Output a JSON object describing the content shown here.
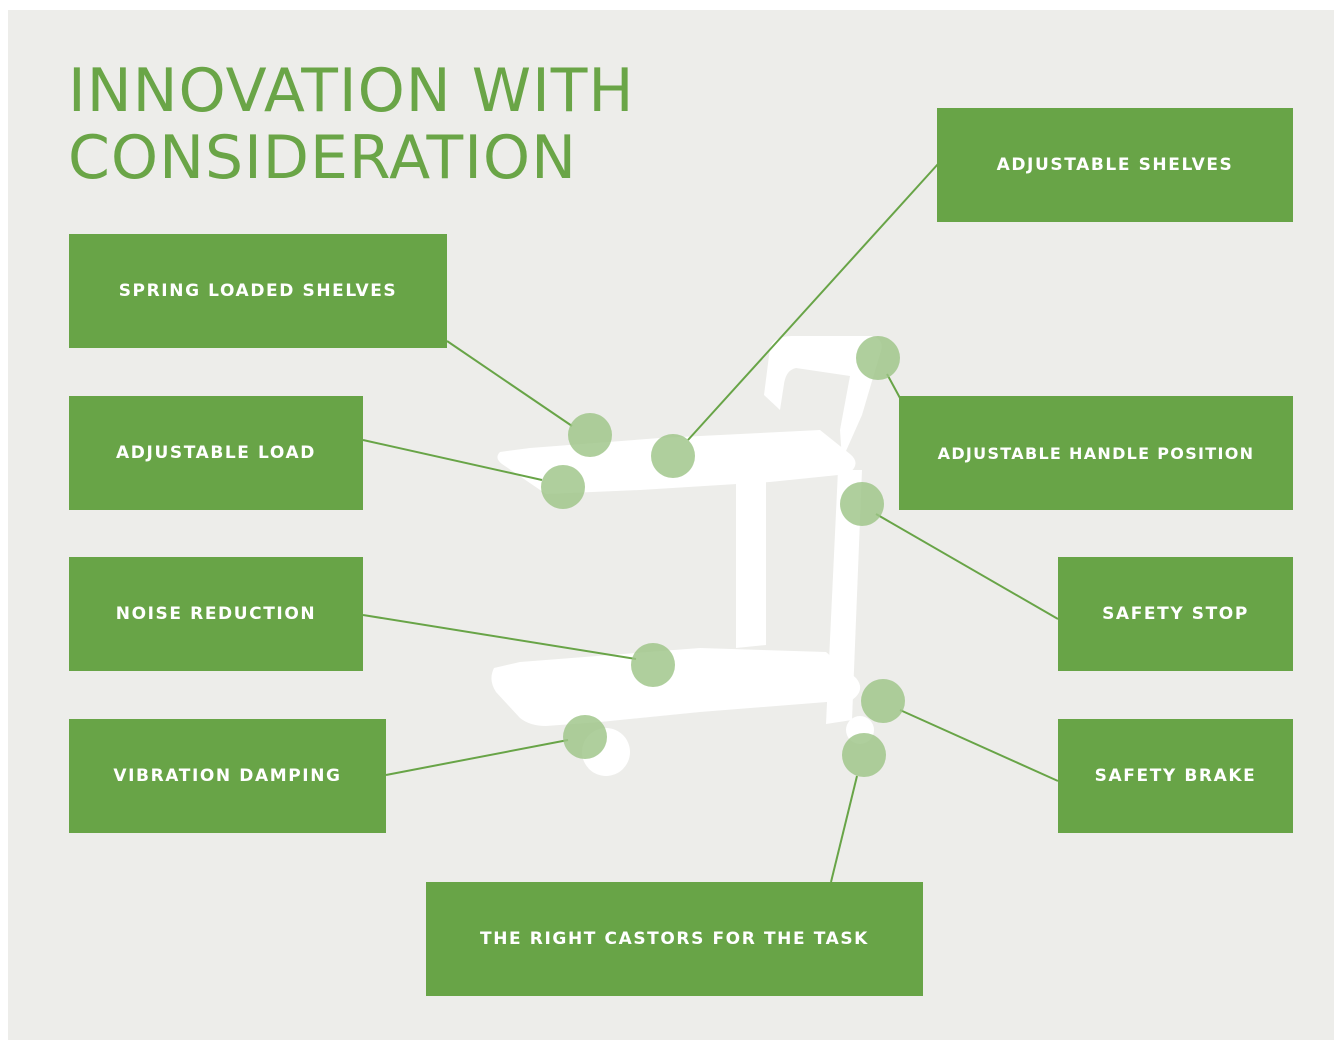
{
  "title": {
    "line1": "INNOVATION WITH",
    "line2": "CONSIDERATION"
  },
  "features": {
    "spring_loaded_shelves": "SPRING LOADED SHELVES",
    "adjustable_load": "ADJUSTABLE LOAD",
    "noise_reduction": "NOISE REDUCTION",
    "vibration_damping": "VIBRATION DAMPING",
    "adjustable_shelves": "ADJUSTABLE SHELVES",
    "adjustable_handle_position": "ADJUSTABLE HANDLE POSITION",
    "safety_stop": "SAFETY STOP",
    "safety_brake": "SAFETY BRAKE",
    "right_castors": "THE RIGHT CASTORS FOR THE TASK"
  },
  "colors": {
    "background": "#ededea",
    "accent": "#68a447",
    "marker": "#9dc487",
    "cart": "#ffffff"
  },
  "icons": {
    "cart": "trolley-illustration",
    "marker": "hotspot-circle"
  }
}
